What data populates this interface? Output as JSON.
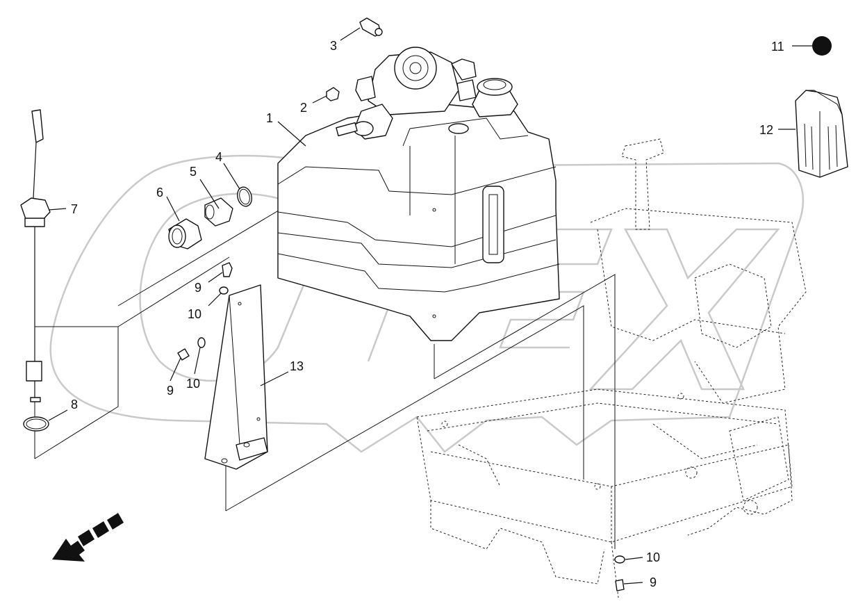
{
  "callouts": [
    {
      "id": "c1",
      "text": "1"
    },
    {
      "id": "c2",
      "text": "2"
    },
    {
      "id": "c3",
      "text": "3"
    },
    {
      "id": "c4",
      "text": "4"
    },
    {
      "id": "c5",
      "text": "5"
    },
    {
      "id": "c6",
      "text": "6"
    },
    {
      "id": "c7",
      "text": "7"
    },
    {
      "id": "c8",
      "text": "8"
    },
    {
      "id": "c9a",
      "text": "9"
    },
    {
      "id": "c10a",
      "text": "10"
    },
    {
      "id": "c9b",
      "text": "9"
    },
    {
      "id": "c10b",
      "text": "10"
    },
    {
      "id": "c11",
      "text": "11"
    },
    {
      "id": "c12",
      "text": "12"
    },
    {
      "id": "c13",
      "text": "13"
    },
    {
      "id": "c10c",
      "text": "10"
    },
    {
      "id": "c9c",
      "text": "9"
    }
  ],
  "corner_mark": "",
  "icons": {
    "direction_arrow": "front-direction-arrow-icon",
    "fluid_can": "fluid-container-icon",
    "bullet": "filled-circle-icon"
  },
  "colors": {
    "line": "#111111",
    "watermark": "#c9c9c9",
    "background": "#ffffff"
  }
}
